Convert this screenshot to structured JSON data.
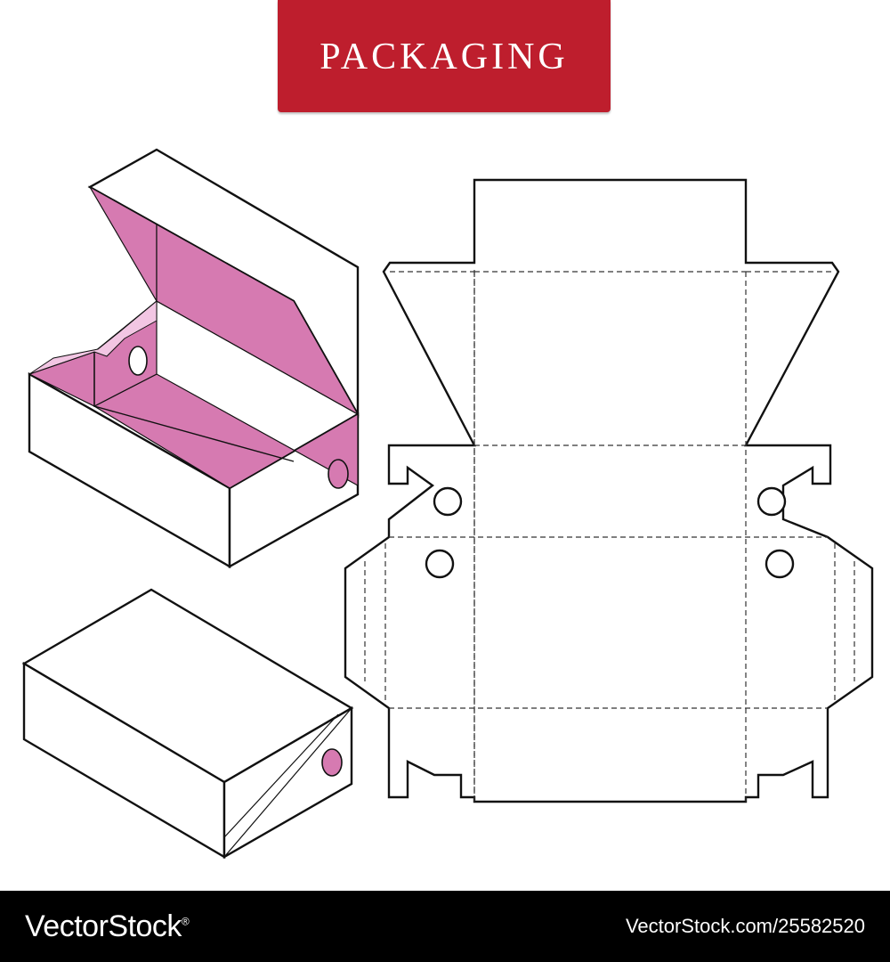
{
  "header": {
    "title": "PACKAGING",
    "banner_color": "#be1e2d",
    "text_color": "#ffffff"
  },
  "illustration": {
    "interior_color": "#d67ab1",
    "interior_light_color": "#f2c6e3",
    "line_color": "#111111"
  },
  "footer": {
    "logo": "VectorStock",
    "registered_mark": "®",
    "image_id": "VectorStock.com/25582520",
    "background_color": "#000000"
  }
}
